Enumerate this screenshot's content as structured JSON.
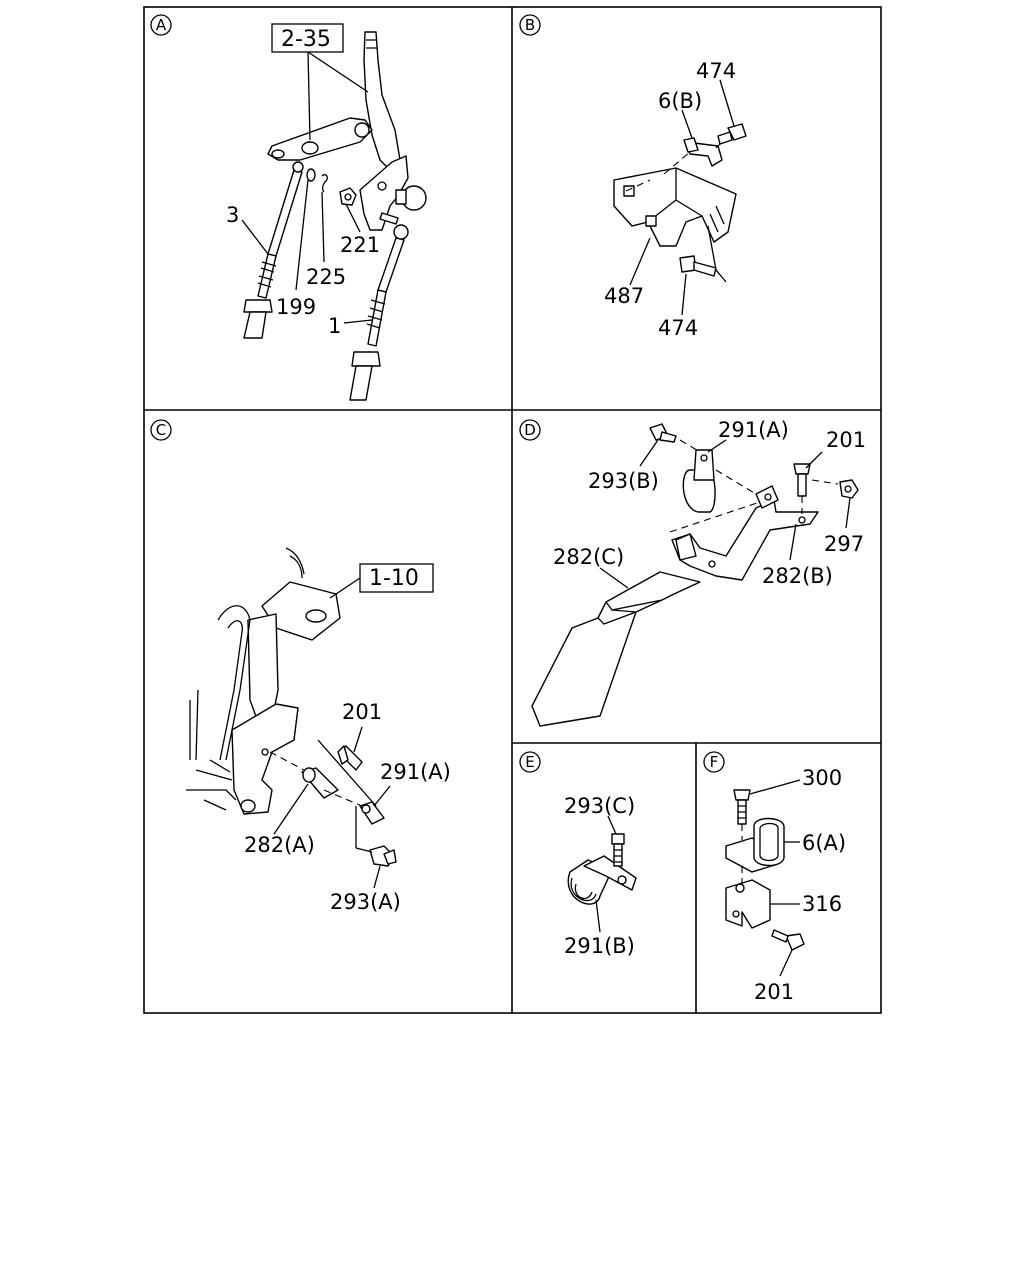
{
  "panels": {
    "A": {
      "letter": "A",
      "ref": "2-35",
      "parts": [
        "3",
        "199",
        "225",
        "221",
        "1"
      ]
    },
    "B": {
      "letter": "B",
      "parts": [
        "474",
        "6(B)",
        "487",
        "474"
      ]
    },
    "C": {
      "letter": "C",
      "ref": "1-10",
      "parts": [
        "201",
        "291(A)",
        "282(A)",
        "293(A)"
      ]
    },
    "D": {
      "letter": "D",
      "parts": [
        "291(A)",
        "201",
        "293(B)",
        "297",
        "282(C)",
        "282(B)"
      ]
    },
    "E": {
      "letter": "E",
      "parts": [
        "293(C)",
        "291(B)"
      ]
    },
    "F": {
      "letter": "F",
      "parts": [
        "300",
        "6(A)",
        "316",
        "201"
      ]
    }
  }
}
